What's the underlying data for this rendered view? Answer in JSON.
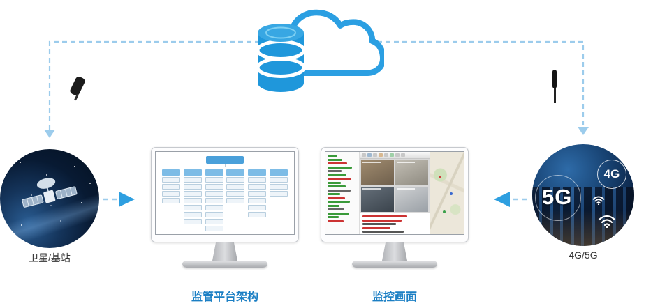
{
  "canvas": {
    "bg": "#ffffff"
  },
  "colors": {
    "accent_blue": "#2e9fe0",
    "dashed_line": "#9cccec",
    "label_blue": "#1b7fc4",
    "db_blue": "#1f97db",
    "text_dark": "#333333"
  },
  "nodes": {
    "satellite": {
      "label": "卫星/基站"
    },
    "platform": {
      "label": "监管平台架构"
    },
    "surveillance": {
      "label": "监控画面"
    },
    "cellular": {
      "label": "4G/5G",
      "big": "5G",
      "small": "4G"
    }
  },
  "icons": [
    "cloud-icon",
    "database-icon",
    "antenna-icon",
    "satellite-icon",
    "wifi-icon"
  ],
  "org_chart": {
    "columns": [
      4,
      7,
      8,
      4,
      6,
      3
    ]
  },
  "surveillance": {
    "tree_rows": [
      "#3a9a3a",
      "#3a9a3a",
      "#cc3333",
      "#3a9a3a",
      "#666666",
      "#3a9a3a",
      "#cc3333",
      "#3a9a3a",
      "#3a9a3a",
      "#666666",
      "#3a9a3a",
      "#cc3333",
      "#3a9a3a",
      "#3a9a3a",
      "#666666",
      "#3a9a3a",
      "#3a9a3a",
      "#cc3333"
    ],
    "toolbar_btns": [
      "#c8c8c8",
      "#9fb8d0",
      "#c8c8c8",
      "#d8b890",
      "#c8c8c8",
      "#9fd0a8",
      "#c8c8c8",
      "#c8c8c8"
    ],
    "videos": [
      {
        "from": "#a08b6f",
        "to": "#6e5f4c"
      },
      {
        "from": "#c2beb4",
        "to": "#8e8a80"
      },
      {
        "from": "#66707a",
        "to": "#3a434c"
      },
      {
        "from": "#cfd1d3",
        "to": "#9aa0a6"
      }
    ],
    "log_rows": [
      "#cc3333",
      "#cc3333",
      "#555555",
      "#cc3333",
      "#555555",
      "#cc3333"
    ]
  }
}
